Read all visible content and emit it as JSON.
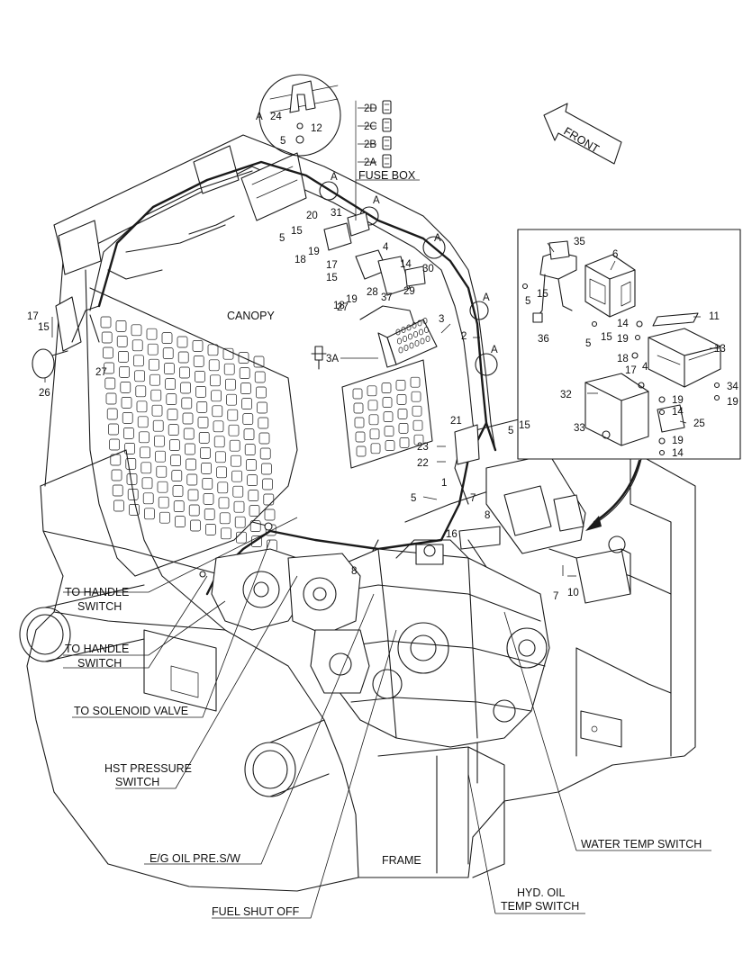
{
  "labels": {
    "canopy": "CANOPY",
    "frame": "FRAME",
    "fuse_box": "FUSE BOX",
    "front": "FRONT",
    "to_handle_switch_1": [
      "TO HANDLE",
      "SWITCH"
    ],
    "to_handle_switch_2": [
      "TO HANDLE",
      "SWITCH"
    ],
    "to_solenoid_valve": "TO SOLENOID VALVE",
    "hst_pressure_switch": [
      "HST PRESSURE",
      "SWITCH"
    ],
    "eg_oil_pres_sw": "E/G OIL PRE.S/W",
    "fuel_shut_off": "FUEL SHUT OFF",
    "water_temp_switch": "WATER TEMP SWITCH",
    "hyd_oil_temp_switch": [
      "HYD. OIL",
      "TEMP SWITCH"
    ]
  },
  "fuses": [
    "2D",
    "2C",
    "2B",
    "2A"
  ],
  "detail_marker": "A",
  "callouts": {
    "d_a": "A",
    "d_24": "24",
    "d_12": "12",
    "d_5": "5",
    "m_a1": "A",
    "m_a2": "A",
    "m_a3": "A",
    "m_a4": "A",
    "m_a5": "A",
    "c_31": "31",
    "c_20": "20",
    "c_5a": "5",
    "c_15a": "15",
    "c_19a": "19",
    "c_18a": "18",
    "c_4": "4",
    "c_14": "14",
    "c_30": "30",
    "c_17": "17",
    "c_15b": "15",
    "c_28": "28",
    "c_27a": "27",
    "c_37": "37",
    "c_29": "29",
    "c_18b": "18",
    "c_19b": "19",
    "c_3": "3",
    "c_2": "2",
    "c_3a": "3A",
    "l_17": "17",
    "l_15": "15",
    "l_27": "27",
    "l_26": "26",
    "c_21": "21",
    "c_23": "23",
    "c_22": "22",
    "c_5b": "5",
    "c_15c": "15",
    "c_5c": "5",
    "c_1": "1",
    "c_7a": "7",
    "c_8a": "8",
    "c_16": "16",
    "c_8b": "8",
    "c_7b": "7",
    "c_10": "10",
    "i_35": "35",
    "i_6": "6",
    "i_5a": "5",
    "i_15a": "15",
    "i_36": "36",
    "i_14a": "14",
    "i_19a": "19",
    "i_5b": "5",
    "i_15b": "15",
    "i_11": "11",
    "i_13": "13",
    "i_18": "18",
    "i_4": "4",
    "i_17": "17",
    "i_34": "34",
    "i_19b": "19",
    "i_32": "32",
    "i_19c": "19",
    "i_14b": "14",
    "i_25": "25",
    "i_33": "33",
    "i_19d": "19",
    "i_14c": "14"
  }
}
